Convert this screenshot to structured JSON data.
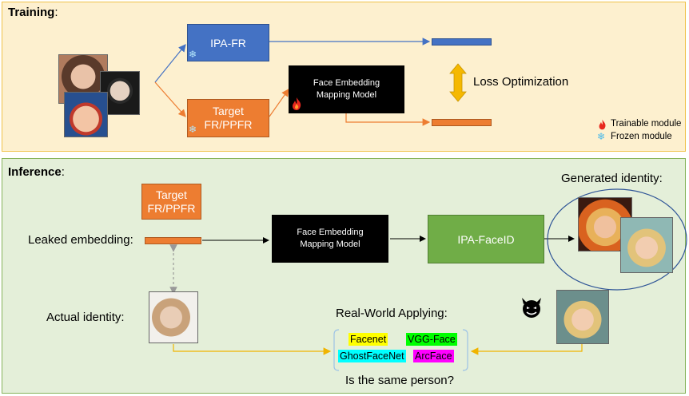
{
  "training": {
    "title": "Training",
    "colon": ":",
    "ipa_fr": "IPA-FR",
    "target_line1": "Target",
    "target_line2": "FR/PPFR",
    "mapping_line1": "Face Embedding",
    "mapping_line2": "Mapping Model",
    "loss": "Loss Optimization",
    "legend_trainable": "Trainable module",
    "legend_frozen": "Frozen module"
  },
  "inference": {
    "title": "Inference",
    "colon": ":",
    "target_line1": "Target",
    "target_line2": "FR/PPFR",
    "leaked": "Leaked embedding:",
    "mapping_line1": "Face Embedding",
    "mapping_line2": "Mapping Model",
    "ipa_faceid": "IPA-FaceID",
    "generated": "Generated identity:",
    "actual": "Actual identity:",
    "real_world": "Real-World Applying:",
    "same_person": "Is the same person?",
    "models": {
      "facenet": "Facenet",
      "vggface": "VGG-Face",
      "ghostfacenet": "GhostFaceNet",
      "arcface": "ArcFace"
    }
  },
  "colors": {
    "blue": "#4472c4",
    "orange": "#ed7d31",
    "green": "#70ad47",
    "gold": "#f5b800",
    "facenet_bg": "#ffff00",
    "vggface_bg": "#00ff00",
    "ghostfacenet_bg": "#00ffff",
    "arcface_bg": "#ff00ff"
  },
  "icons": [
    "snowflake-icon",
    "flame-icon",
    "devil-icon"
  ]
}
